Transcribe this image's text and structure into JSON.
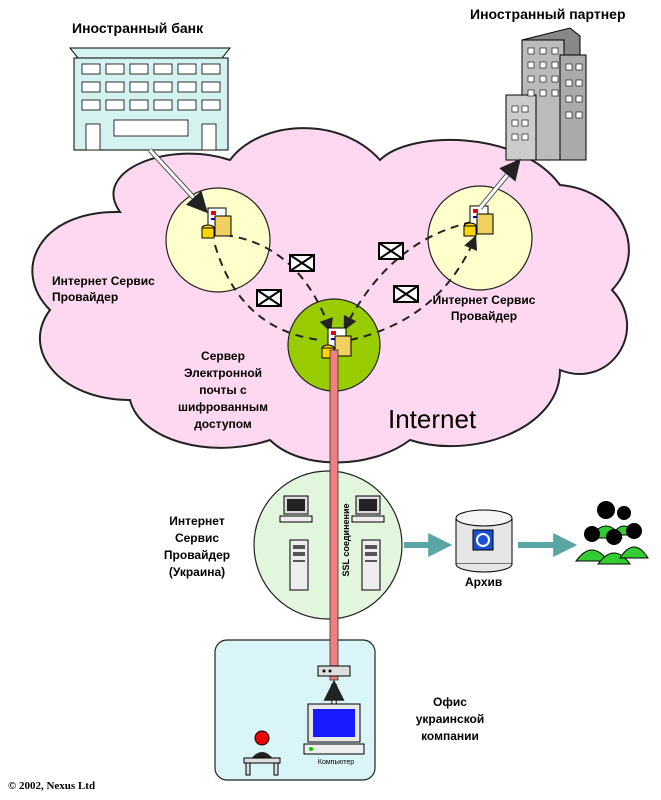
{
  "labels": {
    "foreign_bank": "Иностранный банк",
    "foreign_partner": "Иностранный партнер",
    "isp_left_line1": "Интернет Сервис",
    "isp_left_line2": "Провайдер",
    "isp_right_line1": "Интернет Сервис",
    "isp_right_line2": "Провайдер",
    "mail_server": [
      "Сервер",
      "Электронной",
      "почты с",
      "шифрованным",
      "доступом"
    ],
    "internet": "Internet",
    "isp_ukraine": [
      "Интернет",
      "Сервис",
      "Провайдер",
      "(Украина)"
    ],
    "ssl": "SSL соединение",
    "archive": "Архив",
    "office": [
      "Офис",
      "украинской",
      "компании"
    ],
    "computer": "Компьютер",
    "copyright": "© 2002, Nexus Ltd"
  },
  "colors": {
    "cloud_fill": "#fdd8f0",
    "isp_circle_fill": "#ffffcc",
    "server_circle_fill": "#99cc00",
    "ukraine_circle_fill": "#e2f5dd",
    "office_fill": "#d9f5f8",
    "ssl_line": "#f08080",
    "arrow_teal": "#5aa5a5",
    "building_fill": "#d4f2f0",
    "people_green": "#33cc33"
  },
  "icons": [
    "bank-building-icon",
    "office-tower-icon",
    "mail-server-icon",
    "envelope-icon",
    "computer-icon",
    "database-icon",
    "people-group-icon",
    "user-icon",
    "modem-icon"
  ]
}
